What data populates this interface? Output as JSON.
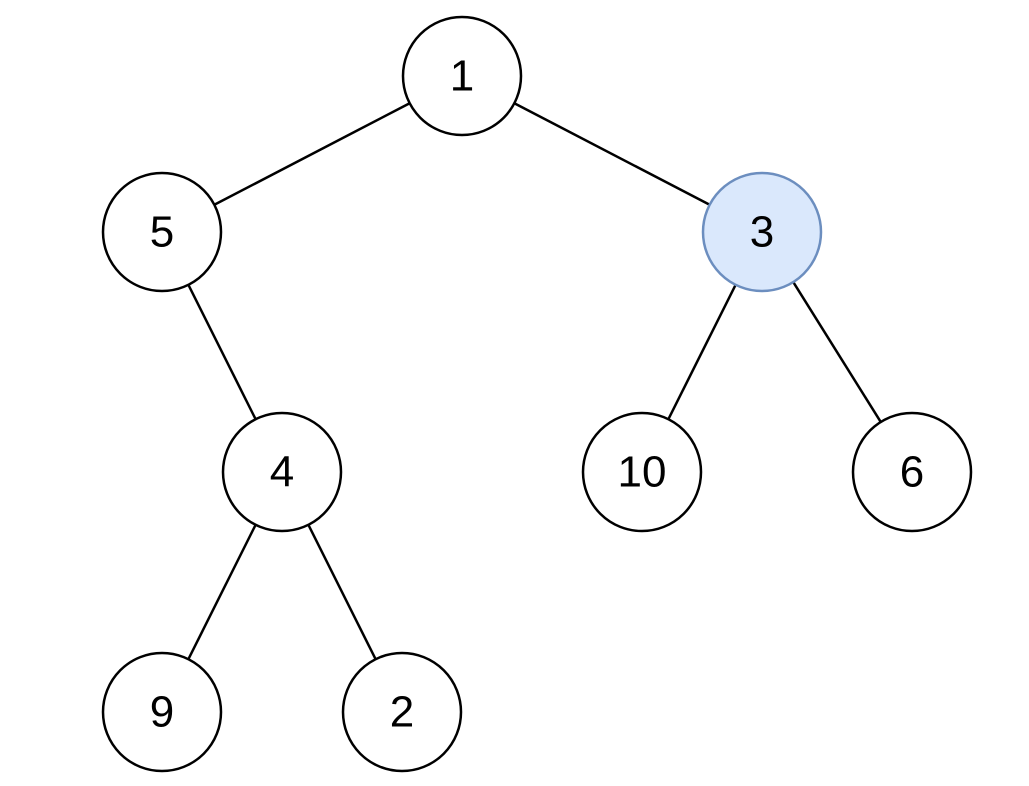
{
  "tree": {
    "colors": {
      "default_fill": "#ffffff",
      "default_stroke": "#000000",
      "highlight_fill": "#dae8fc",
      "highlight_stroke": "#6c8ebf"
    },
    "nodes": [
      {
        "id": "n1",
        "label": "1",
        "highlighted": false
      },
      {
        "id": "n5",
        "label": "5",
        "highlighted": false
      },
      {
        "id": "n3",
        "label": "3",
        "highlighted": true
      },
      {
        "id": "n4",
        "label": "4",
        "highlighted": false
      },
      {
        "id": "n10",
        "label": "10",
        "highlighted": false
      },
      {
        "id": "n6",
        "label": "6",
        "highlighted": false
      },
      {
        "id": "n9",
        "label": "9",
        "highlighted": false
      },
      {
        "id": "n2",
        "label": "2",
        "highlighted": false
      }
    ],
    "edges": [
      {
        "from": "n1",
        "to": "n5"
      },
      {
        "from": "n1",
        "to": "n3"
      },
      {
        "from": "n5",
        "to": "n4"
      },
      {
        "from": "n3",
        "to": "n10"
      },
      {
        "from": "n3",
        "to": "n6"
      },
      {
        "from": "n4",
        "to": "n9"
      },
      {
        "from": "n4",
        "to": "n2"
      }
    ]
  }
}
